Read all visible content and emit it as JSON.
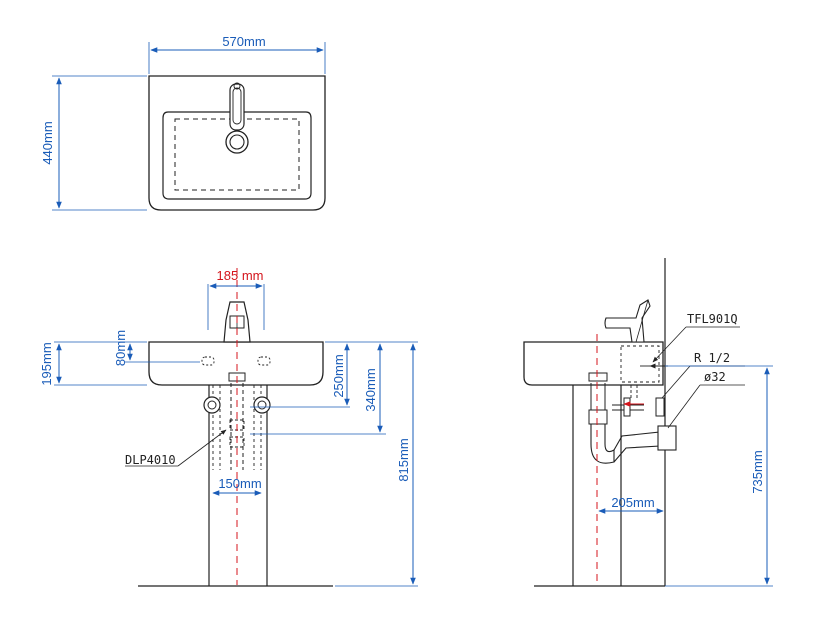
{
  "colors": {
    "dimension": "#1a5cb8",
    "centerline": "#d4151c",
    "outline": "#222222"
  },
  "top_view": {
    "width_label": "570mm",
    "depth_label": "440mm"
  },
  "front_view": {
    "tap_spacing_label": "185 mm",
    "rim_height_label": "195mm",
    "tap_hole_label": "80mm",
    "waste_drop_label": "250mm",
    "trap_drop_label": "340mm",
    "overall_height_label": "815mm",
    "trap_width_label": "150mm",
    "waste_label": "DLP4010"
  },
  "side_view": {
    "faucet_label": "TFL901Q",
    "thread_label": "R 1/2",
    "pipe_label": "ø32",
    "wall_offset_label": "205mm",
    "outlet_height_label": "735mm"
  }
}
